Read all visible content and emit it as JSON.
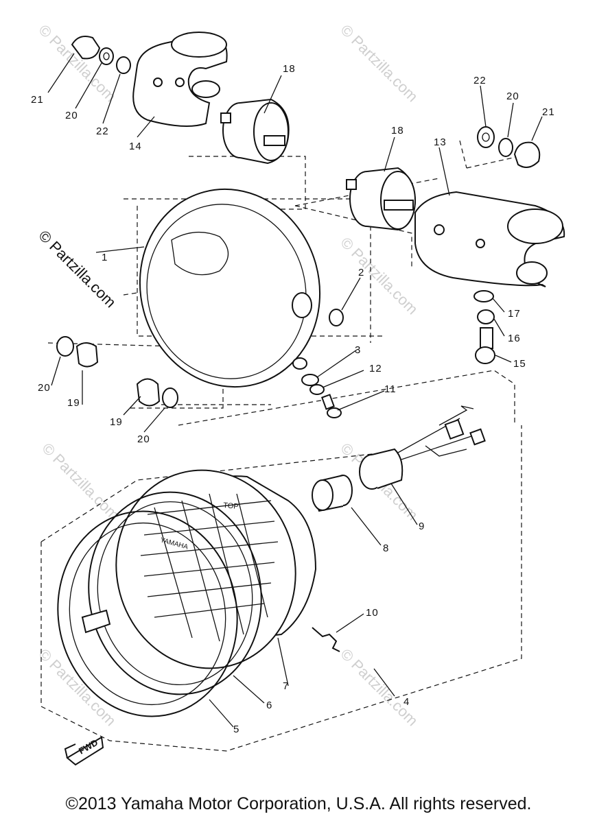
{
  "watermarks": [
    "© Partzilla.com",
    "© Partzilla.com",
    "© Partzilla.com",
    "© Partzilla.com",
    "© Partzilla.com",
    "© Partzilla.com",
    "© Partzilla.com",
    "© Partzilla.com"
  ],
  "callouts": [
    "1",
    "2",
    "3",
    "4",
    "5",
    "6",
    "7",
    "8",
    "9",
    "10",
    "11",
    "12",
    "13",
    "14",
    "15",
    "16",
    "17",
    "18",
    "18",
    "19",
    "19",
    "20",
    "20",
    "20",
    "20",
    "21",
    "21",
    "22",
    "22"
  ],
  "lens_text": {
    "top": "TOP",
    "brand": "YAMAHA"
  },
  "fwd_label": "FWD",
  "copyright": "©2013 Yamaha Motor Corporation, U.S.A. All rights reserved."
}
